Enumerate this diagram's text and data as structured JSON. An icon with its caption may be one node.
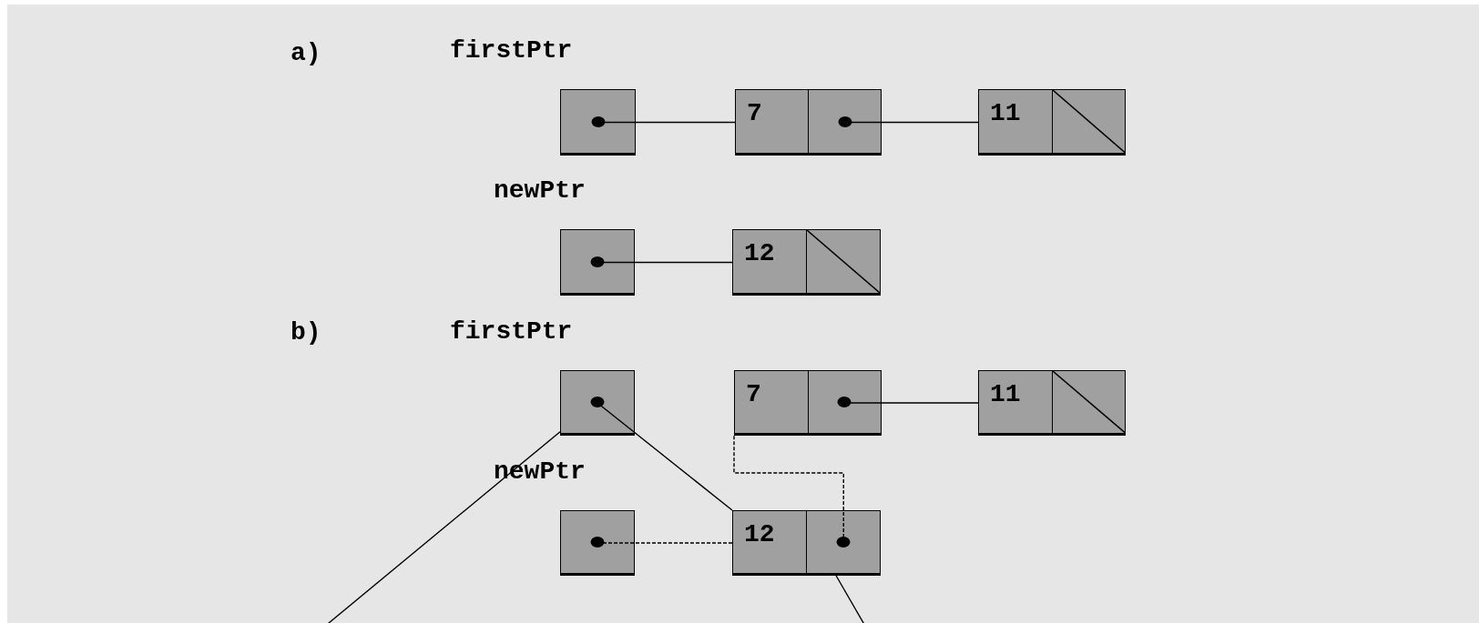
{
  "diagram": {
    "nodes": [
      {
        "text": [],
        "shape": "box",
        "beside": [
          "firstPtr"
        ]
      },
      {
        "text": [
          "7"
        ]
      },
      {
        "text": [
          "11"
        ]
      },
      {
        "text": [],
        "shape": "box",
        "beside": [
          "newPtr"
        ]
      },
      {
        "text": [
          "12"
        ]
      },
      {
        "text": [],
        "shape": "box",
        "beside": [
          "firstPtr"
        ]
      },
      {
        "text": [
          "7"
        ]
      },
      {
        "text": [
          "11"
        ]
      },
      {
        "text": [],
        "shape": "box",
        "beside": [
          "newPtr"
        ]
      },
      {
        "text": [
          "12"
        ]
      }
    ],
    "edges": [
      {
        "from": 0,
        "to": 1,
        "arrow": "none"
      },
      {
        "from": 1,
        "to": 2,
        "arrow": "none"
      },
      {
        "from": 3,
        "to": 4,
        "arrow": "none"
      },
      {
        "from": 5,
        "to": 9,
        "arrow": "none"
      },
      {
        "from": 6,
        "to": 7,
        "arrow": "none"
      },
      {
        "from": 8,
        "to": 9,
        "arrow": "none",
        "style": "dashed"
      },
      {
        "from": 9,
        "to": 6,
        "arrow": "none",
        "style": "dashed"
      },
      {
        "from": 5,
        "to": null,
        "arrow": "none"
      },
      {
        "from": 9,
        "to": null,
        "arrow": "none"
      }
    ],
    "labels": [
      "a)",
      "b)"
    ]
  }
}
